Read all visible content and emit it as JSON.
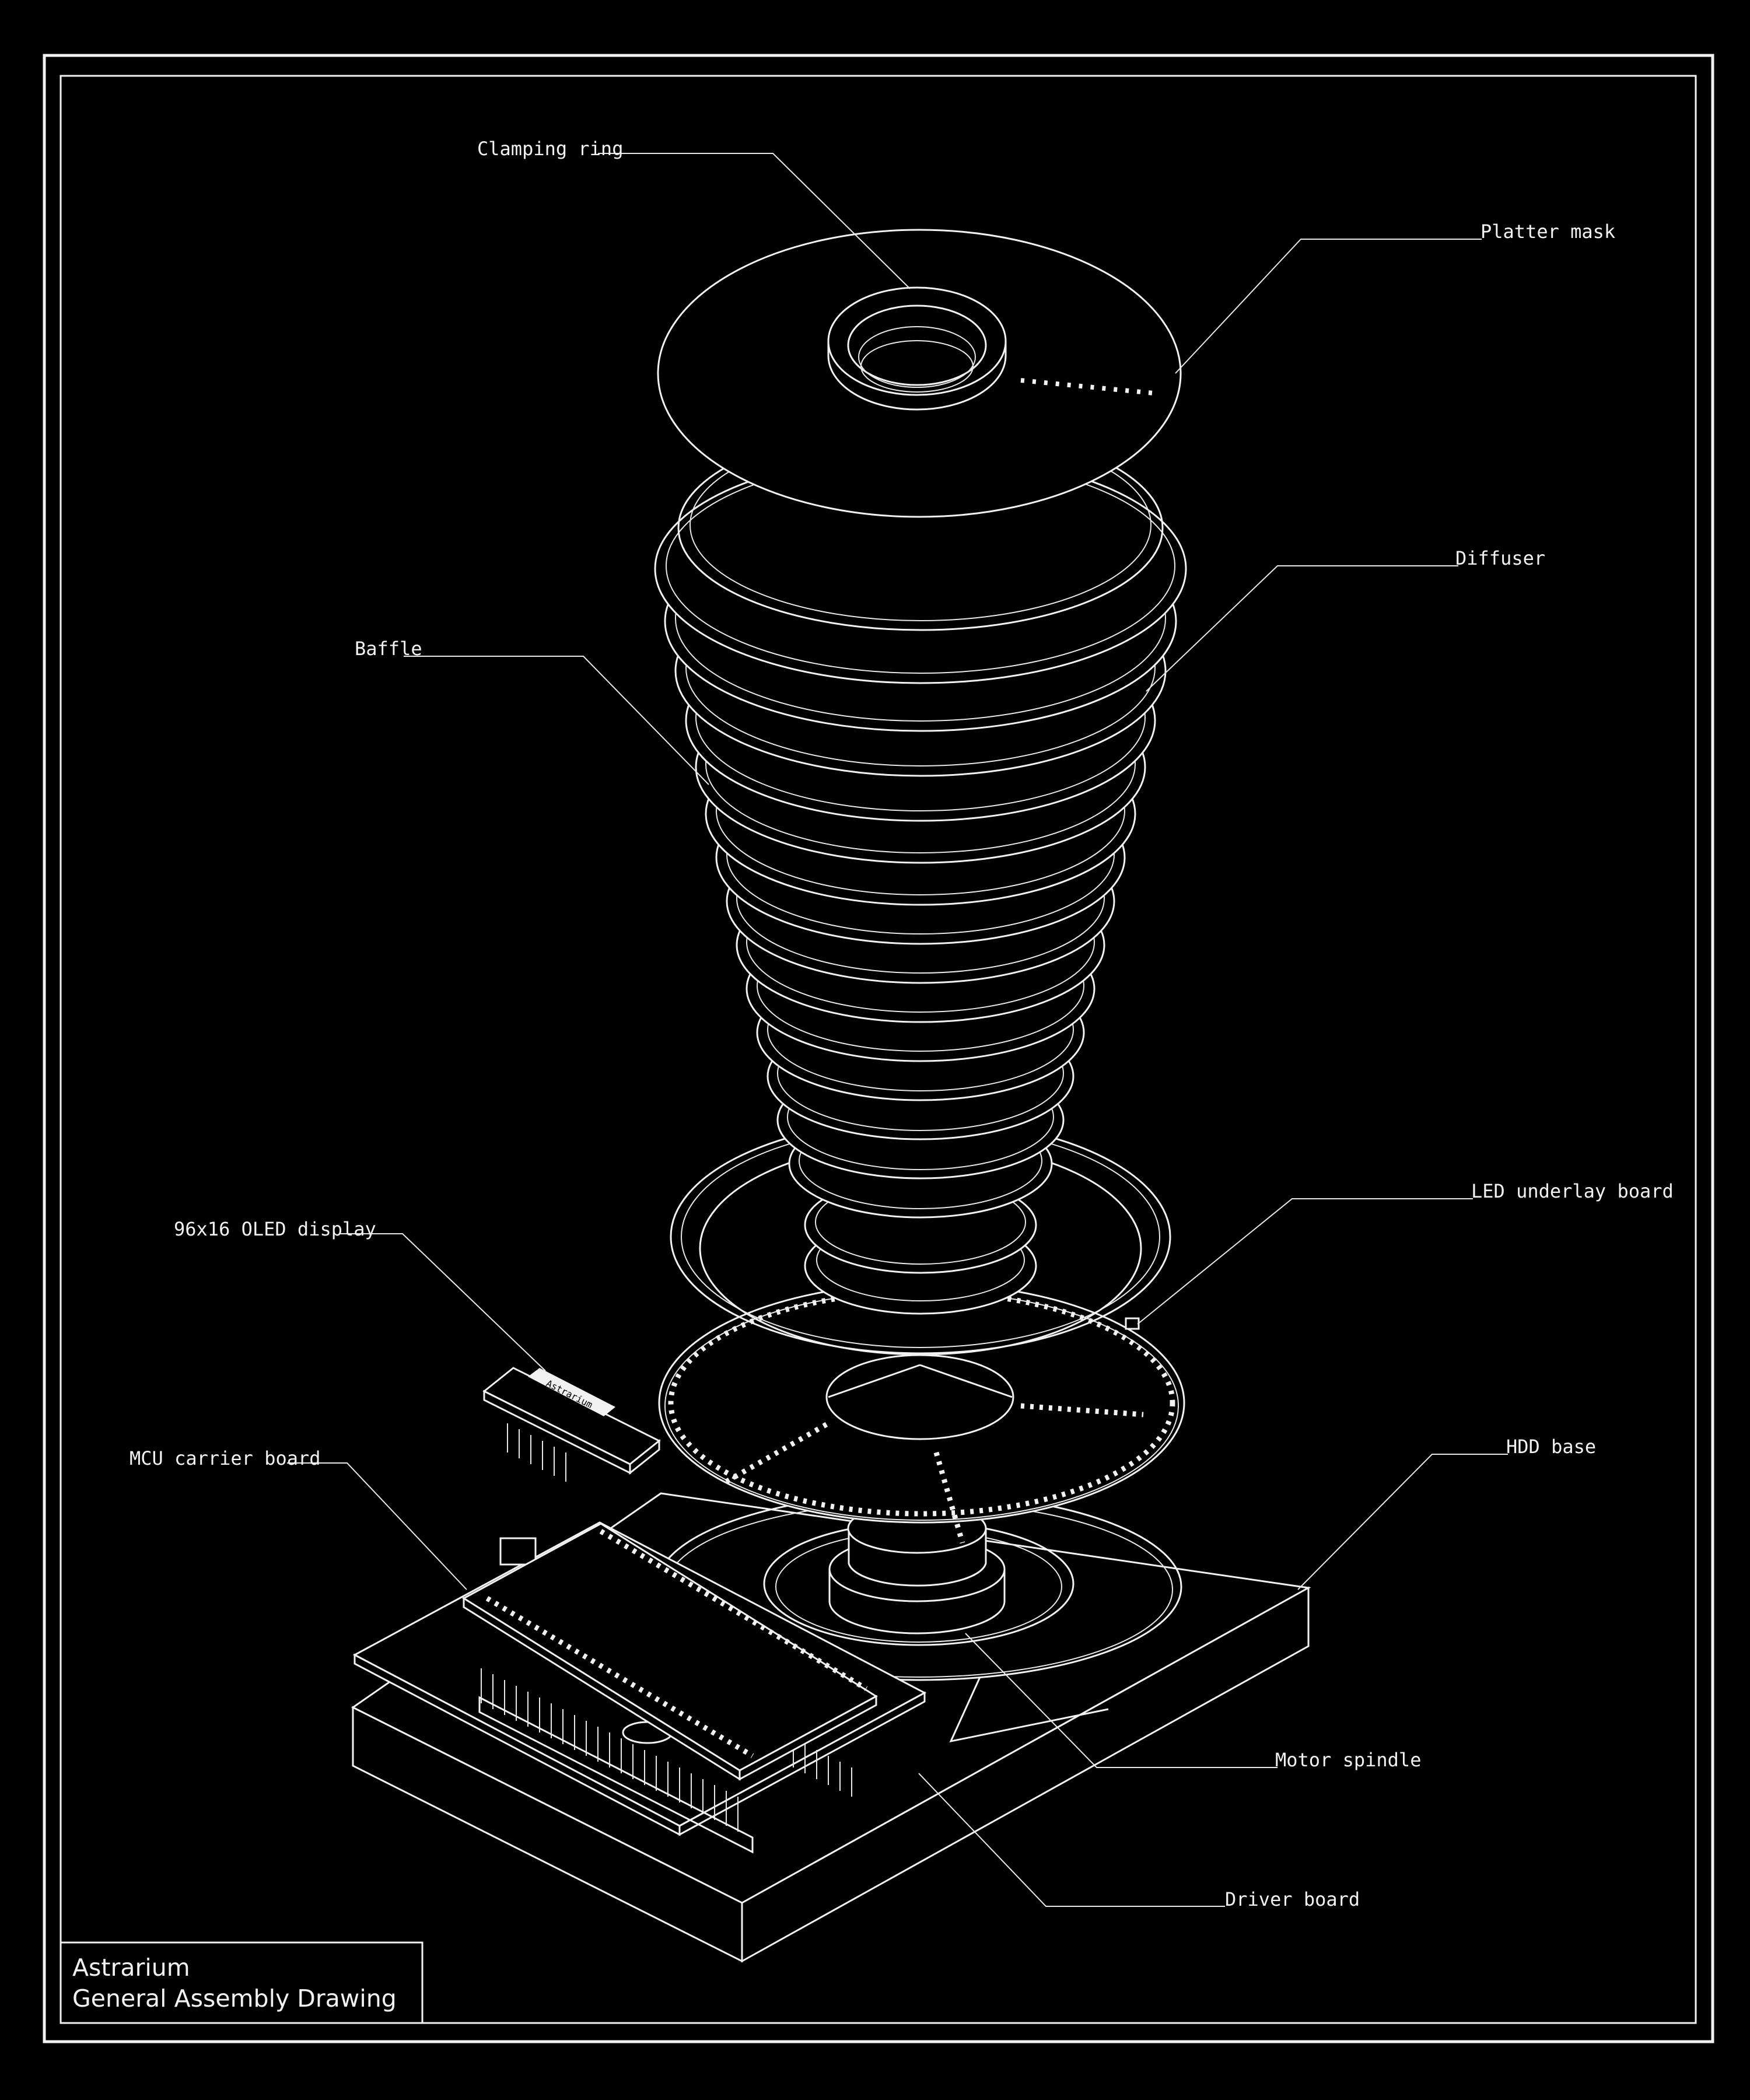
{
  "title_block": {
    "line1": "Astrarium",
    "line2": "General Assembly Drawing"
  },
  "labels": {
    "clamping_ring": "Clamping ring",
    "platter_mask": "Platter mask",
    "diffuser": "Diffuser",
    "baffle": "Baffle",
    "led_underlay_board": "LED underlay board",
    "oled_display": "96x16 OLED display",
    "mcu_carrier_board": "MCU carrier board",
    "hdd_base": "HDD base",
    "motor_spindle": "Motor spindle",
    "driver_board": "Driver board"
  },
  "oled_screen_text": "Astrarium",
  "colors": {
    "background": "#000000",
    "line": "#f2f2f2"
  }
}
